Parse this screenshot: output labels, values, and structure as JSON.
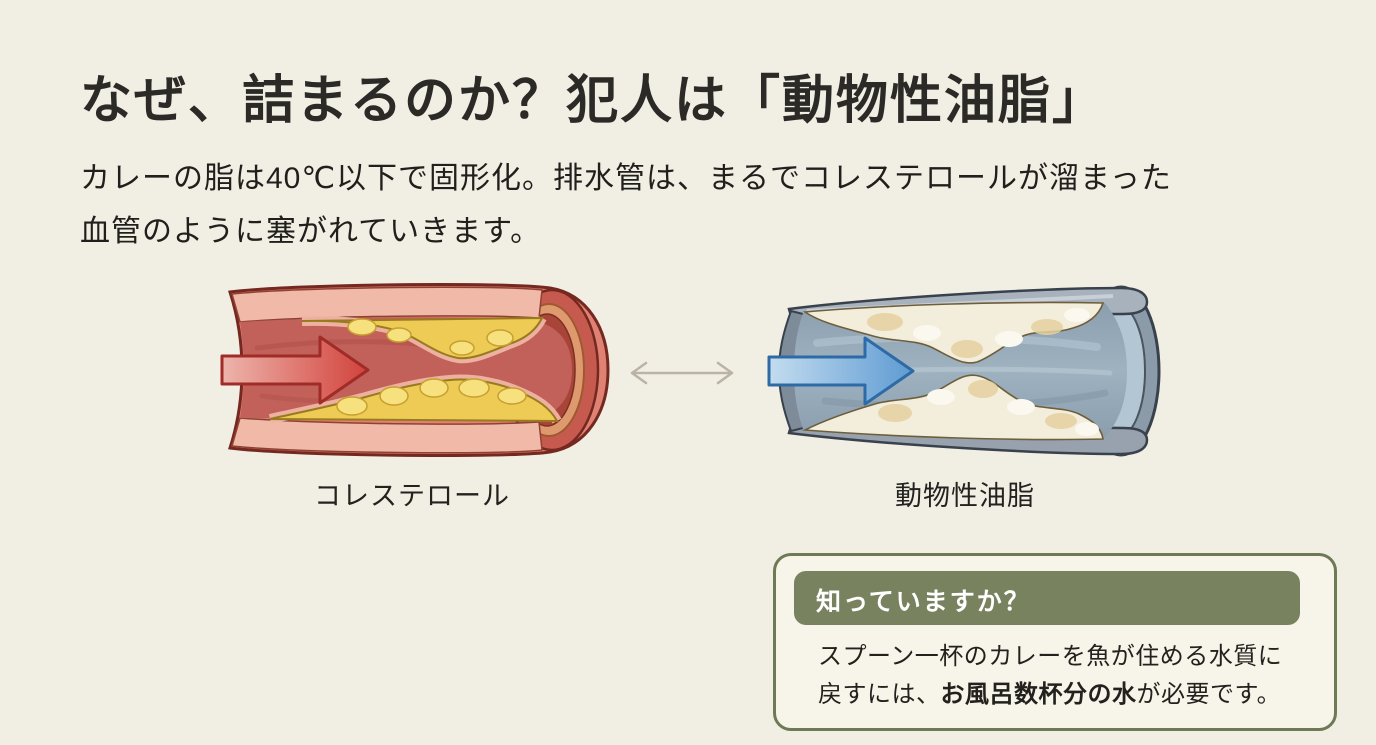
{
  "page": {
    "background_color": "#F1EEE4"
  },
  "header": {
    "title": "なぜ、詰まるのか？犯人は「動物性油脂」"
  },
  "intro": {
    "line1": "カレーの脂は40℃以下で固形化。排水管は、まるでコレステロールが溜まった",
    "line2": "血管のように塞がれていきます。"
  },
  "comparison": {
    "left": {
      "label": "コレステロール",
      "illustration": "blood-vessel-cross-section",
      "flow_arrow_color": "#D2433D",
      "vessel_wall_color": "#DF8273",
      "plaque_color": "#EDCB55"
    },
    "connector_icon": "double-headed-arrow",
    "connector_color": "#BAB3A6",
    "right": {
      "label": "動物性油脂",
      "illustration": "drain-pipe-cross-section",
      "flow_arrow_color": "#5E9BD2",
      "pipe_color": "#A8B2BD",
      "fat_color": "#F3EDDB"
    }
  },
  "callout": {
    "header": "知っていますか？",
    "body_pre": "スプーン一杯のカレーを魚が住める水質に戻すには、",
    "body_bold": "お風呂数杯分の水",
    "body_post": "が必要です。",
    "header_bg_color": "#78825E",
    "border_color": "#6E7955",
    "background_color": "#F7F4E9"
  }
}
